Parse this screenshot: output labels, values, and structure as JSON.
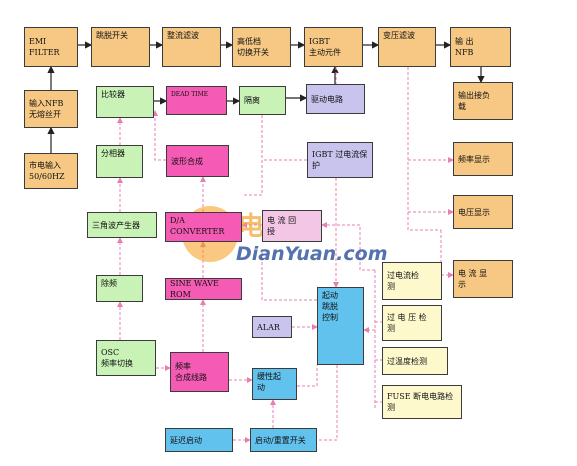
{
  "blocks": {
    "emi": "EMI\nFILTER",
    "bridge": "跳脱开关",
    "rectfilter": "整流滤波",
    "hilo": "高低档\n切换开关",
    "igbt": "IGBT\n主动元件",
    "xfmr": "变压滤波",
    "outnfb": "输    出\nNFB",
    "innfb": "输入NFB\n无熔丝开",
    "mains": "市电输入\n50/60HZ",
    "comparator": "比较器",
    "deadtime": "DEAD TIME",
    "isolation": "隔离",
    "drive": "驱动电路",
    "outload": "输出接负\n载",
    "phasesplit": "分相器",
    "waveform": "波形合成",
    "igbtprot": "IGBT 过电流保\n护",
    "freqdisp": "频率显示",
    "triangle": "三角波产生器",
    "dac": "D/A CONVERTER",
    "currentloop": "电  流  回\n授",
    "voltdisp": "电压显示",
    "ocdetect": "过电流检\n测",
    "currdisp": "电  流  显\n示",
    "divider": "除频",
    "sinerom": "SINE WAVE ROM",
    "tripctl": "起动\n跳脱\n控制",
    "ovdetect": "过 电 压 检\n测",
    "alar": "ALAR",
    "osc": "OSC\n频率切换",
    "freqsynth": "频率\n合成线路",
    "overtemp": "过温度检测",
    "softstart": "缓性起\n动",
    "fuse": "FUSE 断电电路检\n测",
    "delaystart": "延迟启动",
    "startreset": "启动/重置开关"
  },
  "watermark": {
    "logo": "电源网",
    "url": "DianYuan.com"
  },
  "colors": {
    "orange": "#f6c883",
    "green": "#c8f2b6",
    "pink": "#f55bb4",
    "lavender": "#c9c4ee",
    "cyan": "#62c2ee",
    "cream": "#fdf9cc",
    "arrow": "#222222",
    "dashed": "#e87fb4"
  }
}
